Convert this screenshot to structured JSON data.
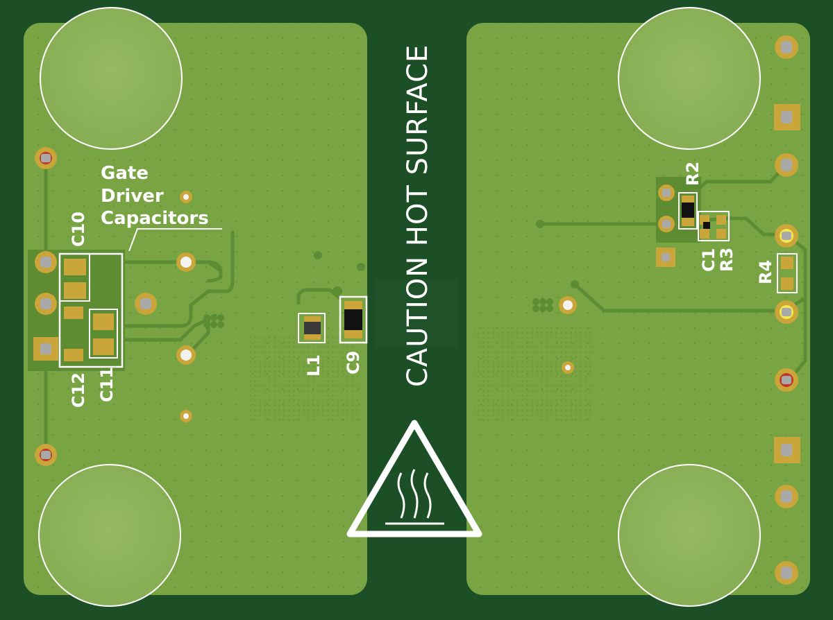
{
  "board": {
    "colors": {
      "board": "#1d4f27",
      "pour": "#7aa545",
      "trace": "#5f8e34",
      "silkscreen": "#ffffff",
      "pad_gold": "#c9a53a",
      "via_red": "#c0392b",
      "via_yellow": "#f4e94a"
    },
    "labels": {
      "caution": "CAUTION HOT SURFACE",
      "gate_driver_line1": "Gate",
      "gate_driver_line2": "Driver",
      "gate_driver_line3": "Capacitors",
      "c10": "C10",
      "c11": "C11",
      "c12": "C12",
      "l1": "L1",
      "c9": "C9",
      "r2": "R2",
      "c1": "C1",
      "r3": "R3",
      "r4": "R4"
    }
  }
}
